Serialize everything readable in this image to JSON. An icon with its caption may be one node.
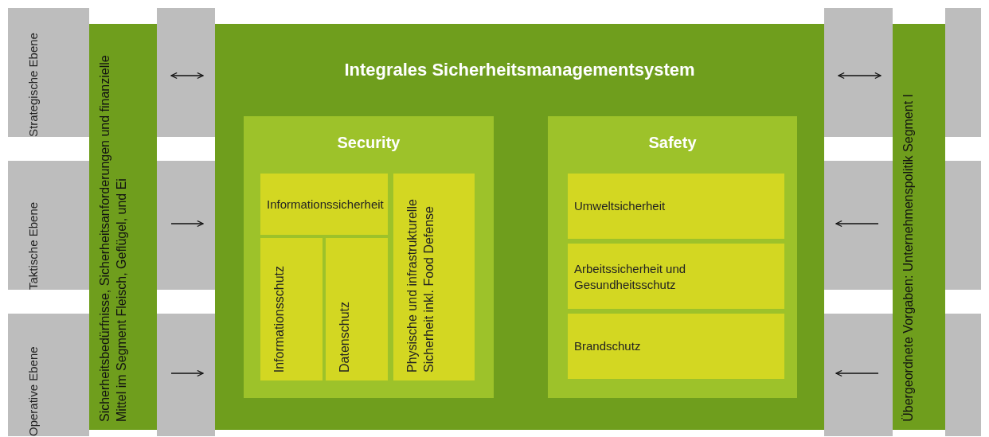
{
  "diagram": {
    "nodes": [
      {
        "text": [
          "Strategische Ebene"
        ]
      },
      {
        "text": [
          "Taktische Ebene"
        ]
      },
      {
        "text": [
          "Operative Ebene"
        ]
      },
      {
        "text": [
          "Sicherheitsbedürfnisse, Sicherheitsanforderungen und finanzielle Mittel im Segment Fleisch, Geflügel, und Ei"
        ]
      },
      {
        "text": [
          "Integrales Sicherheitsmanagementsystem"
        ]
      },
      {
        "text": [
          "Security"
        ],
        "in": 4
      },
      {
        "text": [
          "Informationssicherheit"
        ],
        "in": 5
      },
      {
        "text": [
          "Informationsschutz"
        ],
        "in": 5
      },
      {
        "text": [
          "Datenschutz"
        ],
        "in": 5
      },
      {
        "text": [
          "Physische und infrastrukturelle Sicherheit inkl. Food Defense"
        ],
        "in": 5
      },
      {
        "text": [
          "Safety"
        ],
        "in": 4
      },
      {
        "text": [
          "Umweltsicherheit"
        ],
        "in": 10
      },
      {
        "text": [
          "Arbeitssicherheit und Gesundheitsschutz"
        ],
        "in": 10
      },
      {
        "text": [
          "Brandschutz"
        ],
        "in": 10
      },
      {
        "text": [
          "Übergeordnete Vorgaben: Unternehmenspolitik Segment I"
        ]
      }
    ],
    "edges": [
      {
        "from": 3,
        "to": 4,
        "arrow": "both"
      },
      {
        "from": 3,
        "to": 4,
        "arrow": "to"
      },
      {
        "from": 3,
        "to": 4,
        "arrow": "to"
      },
      {
        "from": 4,
        "to": 14,
        "arrow": "both"
      },
      {
        "from": 14,
        "to": 4,
        "arrow": "to"
      },
      {
        "from": 14,
        "to": 4,
        "arrow": "to"
      }
    ]
  }
}
